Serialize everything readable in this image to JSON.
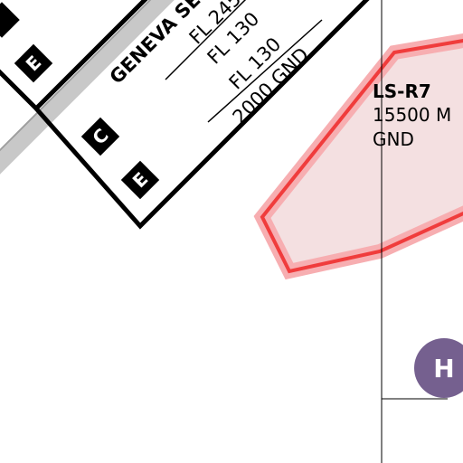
{
  "map": {
    "tma_label": "GENEVA SE",
    "tma_levels": [
      "FL 245",
      "FL 130",
      "FL 130",
      "2000 GND"
    ],
    "class_badges_upper": [
      "E"
    ],
    "class_badges_lower": [
      "C",
      "E"
    ],
    "restricted_area": {
      "name": "LS-R7",
      "upper": "15500 M",
      "lower": "GND",
      "color": "#f03c3c",
      "fill": "#f4e0e1"
    },
    "heliport_symbol": "H",
    "heliport_color": "#75608f"
  }
}
